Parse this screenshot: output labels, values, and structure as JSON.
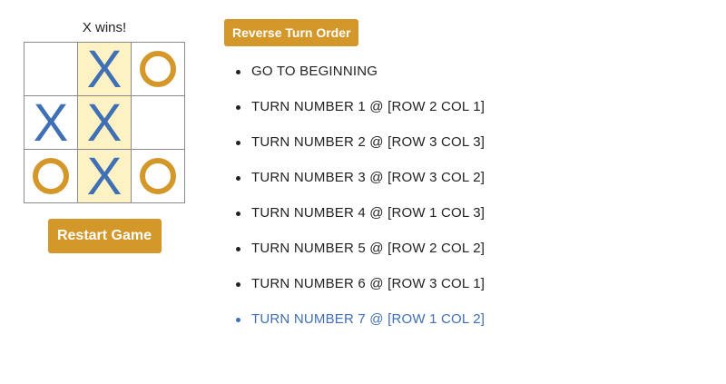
{
  "game": {
    "status": "X wins!",
    "restart_label": "Restart Game",
    "board": [
      [
        "",
        "X",
        "O"
      ],
      [
        "X",
        "X",
        ""
      ],
      [
        "O",
        "X",
        "O"
      ]
    ],
    "winning_cells": [
      "0-1",
      "1-1",
      "2-1"
    ],
    "colors": {
      "x": "#3f6fb5",
      "o": "#d4982a",
      "win_highlight": "#fdf2c3",
      "button": "#d4982a"
    }
  },
  "history": {
    "reverse_label": "Reverse Turn Order",
    "moves": [
      "GO TO BEGINNING",
      "TURN NUMBER 1 @ [ROW 2 COL 1]",
      "TURN NUMBER 2 @ [ROW 3 COL 3]",
      "TURN NUMBER 3 @ [ROW 3 COL 2]",
      "TURN NUMBER 4 @ [ROW 1 COL 3]",
      "TURN NUMBER 5 @ [ROW 2 COL 2]",
      "TURN NUMBER 6 @ [ROW 3 COL 1]",
      "TURN NUMBER 7 @ [ROW 1 COL 2]"
    ],
    "current_index": 7
  }
}
